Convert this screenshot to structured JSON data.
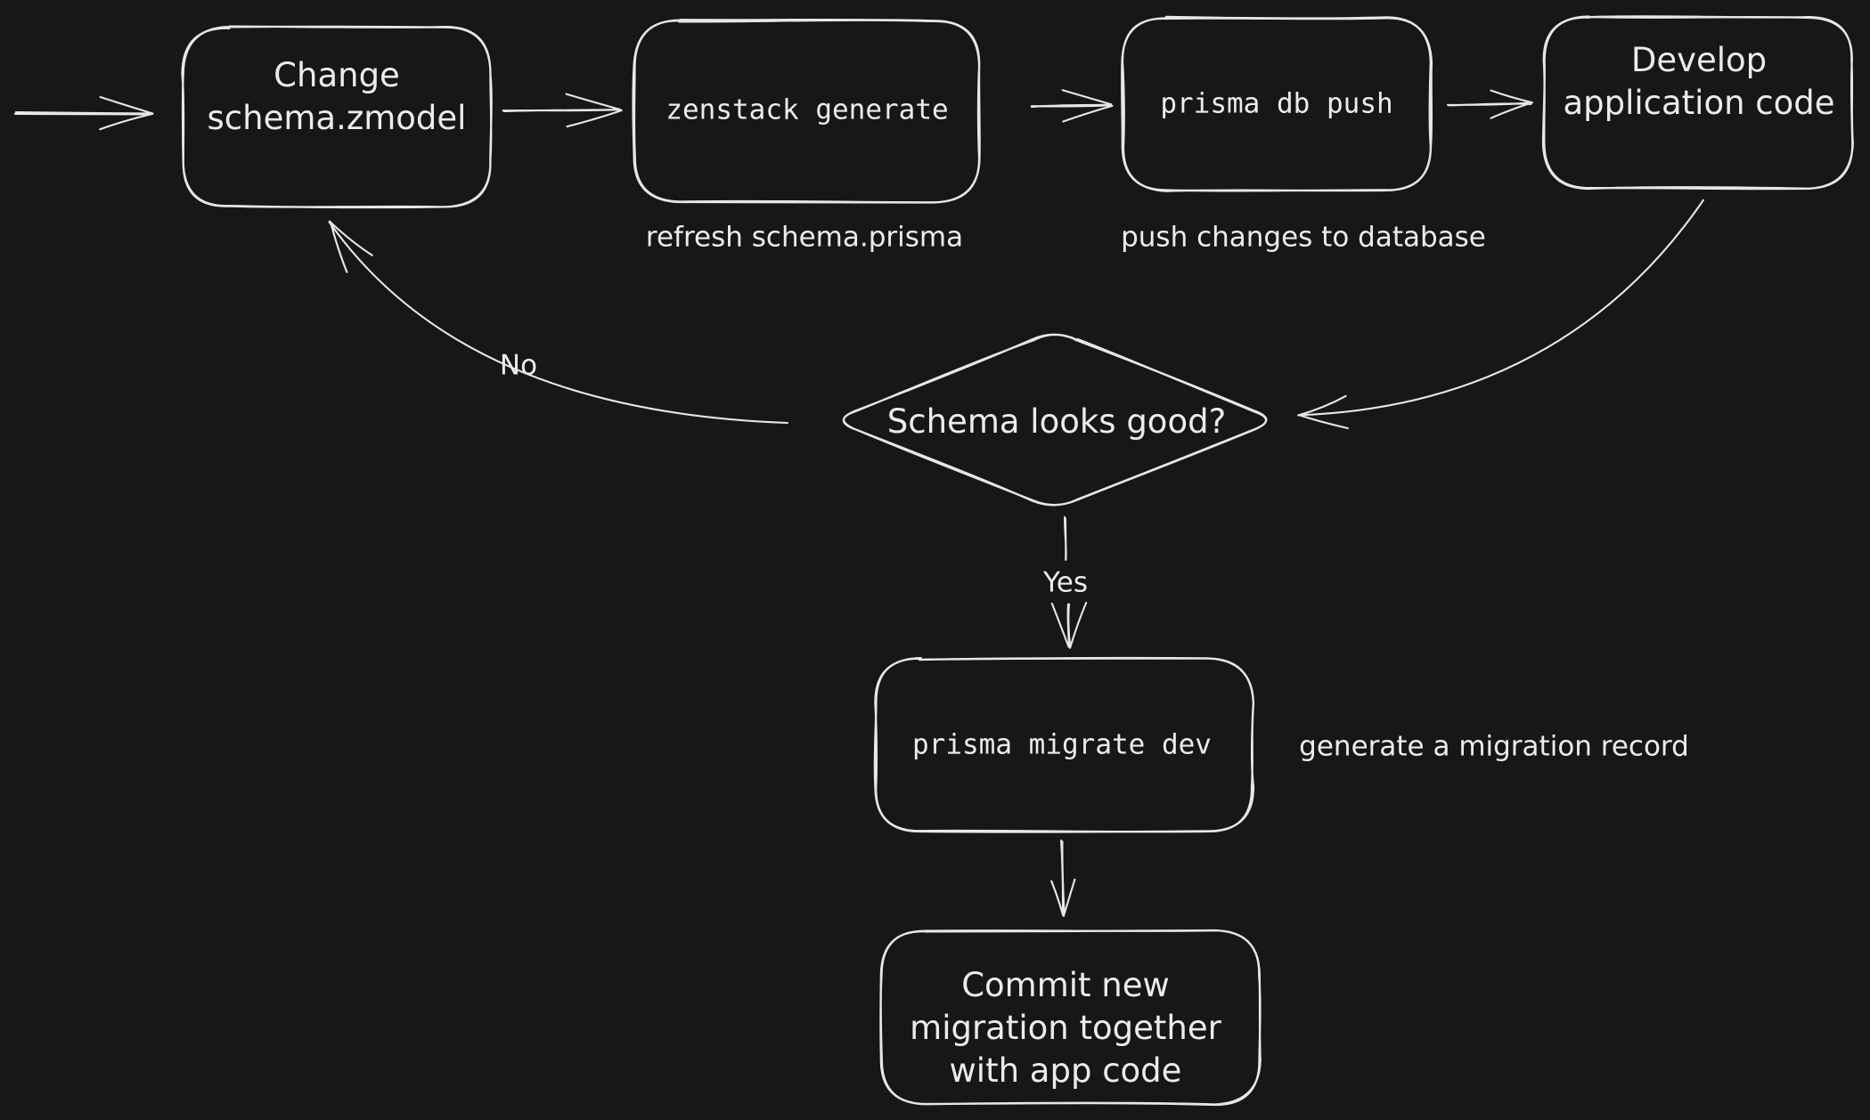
{
  "diagram": {
    "title": "ZenStack / Prisma schema development workflow flowchart",
    "theme": {
      "background_color": "#171717",
      "stroke_color": "#e7e7e7",
      "text_color": "#ececec"
    },
    "nodes": {
      "change_schema": {
        "shape": "rounded-rectangle",
        "label": "Change\nschema.zmodel"
      },
      "zenstack_generate": {
        "shape": "rounded-rectangle",
        "label": "zenstack generate"
      },
      "prisma_db_push": {
        "shape": "rounded-rectangle",
        "label": "prisma db push"
      },
      "develop_app_code": {
        "shape": "rounded-rectangle",
        "label": "Develop\napplication code"
      },
      "schema_looks_good": {
        "shape": "diamond",
        "label": "Schema looks good?"
      },
      "prisma_migrate_dev": {
        "shape": "rounded-rectangle",
        "label": "prisma migrate dev"
      },
      "commit_migration": {
        "shape": "rounded-rectangle",
        "label": "Commit new\nmigration together\nwith app code"
      }
    },
    "annotations": {
      "refresh_schema_prisma": "refresh schema.prisma",
      "push_changes_to_database": "push changes to database",
      "generate_migration_record": "generate a migration record"
    },
    "edge_labels": {
      "no": "No",
      "yes": "Yes"
    },
    "edges": [
      {
        "from": "start",
        "to": "change_schema"
      },
      {
        "from": "change_schema",
        "to": "zenstack_generate"
      },
      {
        "from": "zenstack_generate",
        "to": "prisma_db_push"
      },
      {
        "from": "prisma_db_push",
        "to": "develop_app_code"
      },
      {
        "from": "develop_app_code",
        "to": "schema_looks_good"
      },
      {
        "from": "schema_looks_good",
        "to": "change_schema",
        "label": "No"
      },
      {
        "from": "schema_looks_good",
        "to": "prisma_migrate_dev",
        "label": "Yes"
      },
      {
        "from": "prisma_migrate_dev",
        "to": "commit_migration"
      }
    ]
  }
}
